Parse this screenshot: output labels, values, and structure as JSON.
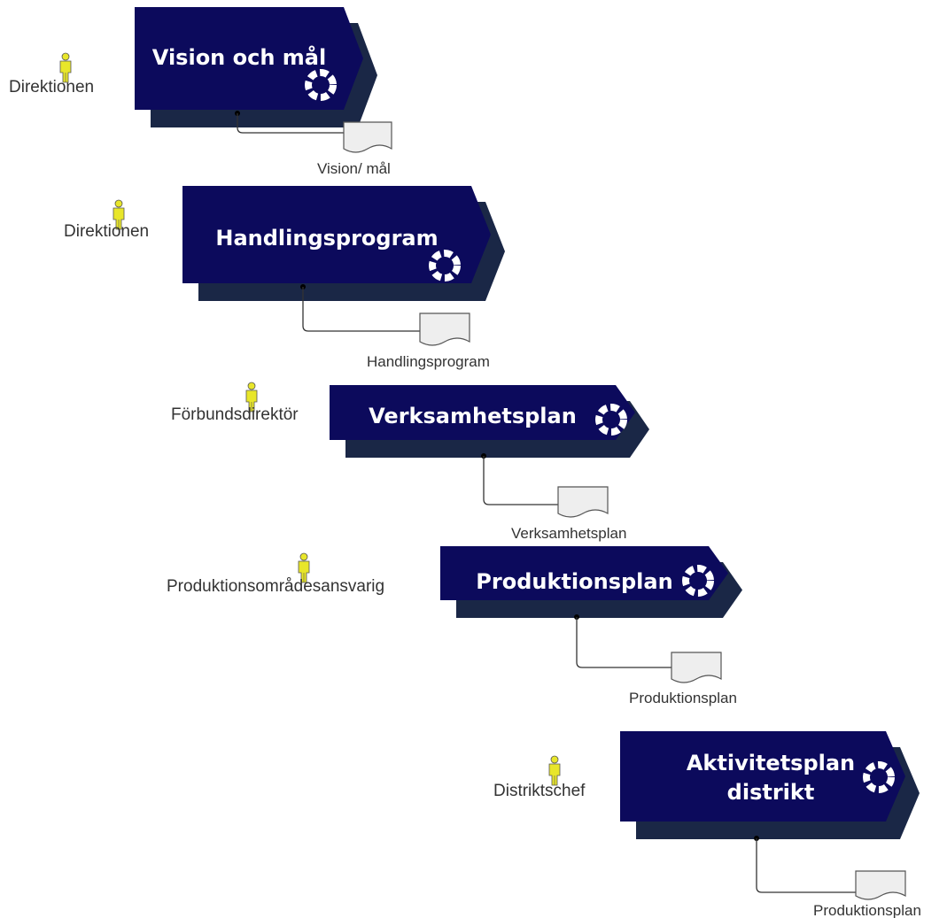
{
  "colors": {
    "process_fill": "#0c0a5c",
    "process_shadow": "#1a2746",
    "process_text": "#ffffff",
    "person": "#e8e62a",
    "document_fill": "#eeeeee",
    "connector": "#333333"
  },
  "icons": {
    "role": "person-icon",
    "process": "lifebuoy-icon",
    "output": "document-icon"
  },
  "steps": [
    {
      "role": "Direktionen",
      "title": [
        "Vision och mål"
      ],
      "document": "Vision/ mål"
    },
    {
      "role": "Direktionen",
      "title": [
        "Handlingsprogram"
      ],
      "document": "Handlingsprogram"
    },
    {
      "role": "Förbundsdirektör",
      "title": [
        "Verksamhetsplan"
      ],
      "document": "Verksamhetsplan"
    },
    {
      "role": "Produktionsområdesansvarig",
      "title": [
        "Produktionsplan"
      ],
      "document": "Produktionsplan"
    },
    {
      "role": "Distriktschef",
      "title": [
        "Aktivitetsplan",
        "distrikt"
      ],
      "document": "Produktionsplan"
    }
  ]
}
